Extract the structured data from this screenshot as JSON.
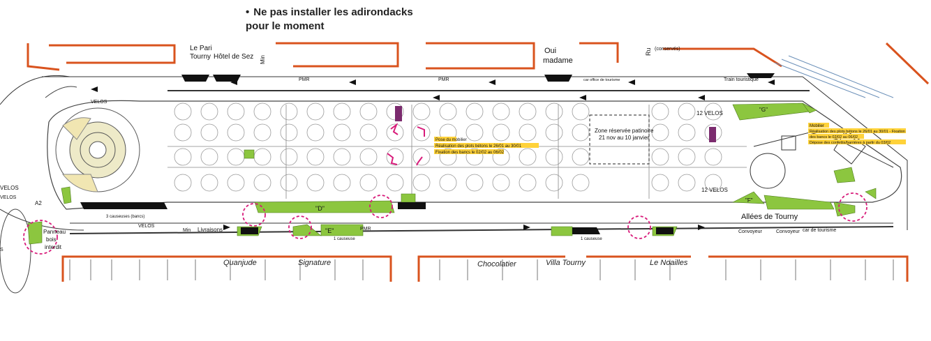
{
  "note": {
    "line1": "Ne pas installer les adirondacks",
    "line2": "pour le moment"
  },
  "colors": {
    "zone_green": "#8cc63f",
    "circle_magenta": "#d81b7a",
    "furniture_purple": "#7b2b6e",
    "building_red": "#d9531e",
    "highlight_yellow": "#ffd23a"
  },
  "top_labels": {
    "le_pari": "Le Pari",
    "tourny": "Tourny",
    "hotel": "Hôtel de Sez",
    "min": "Min",
    "oui": "Oui",
    "madame": "madame",
    "rue": "Ru",
    "conservees": "(conservés)",
    "car_office": "car office de tourisme",
    "train": "Train touristique"
  },
  "road_labels": {
    "pmr1": "PMR",
    "pmr2": "PMR",
    "pmr3": "PMR",
    "velos_top": "VELOS",
    "velos_bottom": "VELOS",
    "velos12a": "12 VELOS",
    "velos12b": "12 VELOS",
    "velos_left": "VELOS",
    "a2": "A2",
    "min_bottom": "Min",
    "livraisons": "Livraisons"
  },
  "zones": {
    "D": "\"D\"",
    "E": "\"E\"",
    "F": "\"F\"",
    "G": "\"G\""
  },
  "patinoire": {
    "line1": "Zone réservée patinoire",
    "line2": "21 nov au 10 janvier"
  },
  "annotations": {
    "mobilier_a": "Pose du mobilier",
    "mobilier_b": "Réalisation des plots bétons le 26/01 au 30/01",
    "mobilier_c": "Fixation des bancs le 02/02 au 06/02",
    "mobilier_d": "Mobilier",
    "mobilier_e": "Réalisation des plots bétons le 26/01 au 30/01 - Fixation",
    "mobilier_f": "des bancs le 02/02 au 06/02",
    "mobilier_g": "Dépose des confettis/barrières à partir du 03/02"
  },
  "misc_labels": {
    "causeuses3": "3 causeuses (bancs)",
    "causeuse1a": "1 causeuse",
    "causeuse1b": "1 causeuse",
    "convoyeur1": "Convoyeur",
    "convoyeur2": "Convoyeur",
    "car_tourisme": "car de tourisme",
    "allees": "Allées de Tourny",
    "panneau1": "Panneau",
    "panneau2": "bois",
    "panneau3": "interdit",
    "velos_edge": "VELOS",
    "edge_s": "S"
  },
  "shops": [
    "Quanjude",
    "Signature",
    "Chocolatier",
    "Villa Tourny",
    "Le Noailles"
  ]
}
